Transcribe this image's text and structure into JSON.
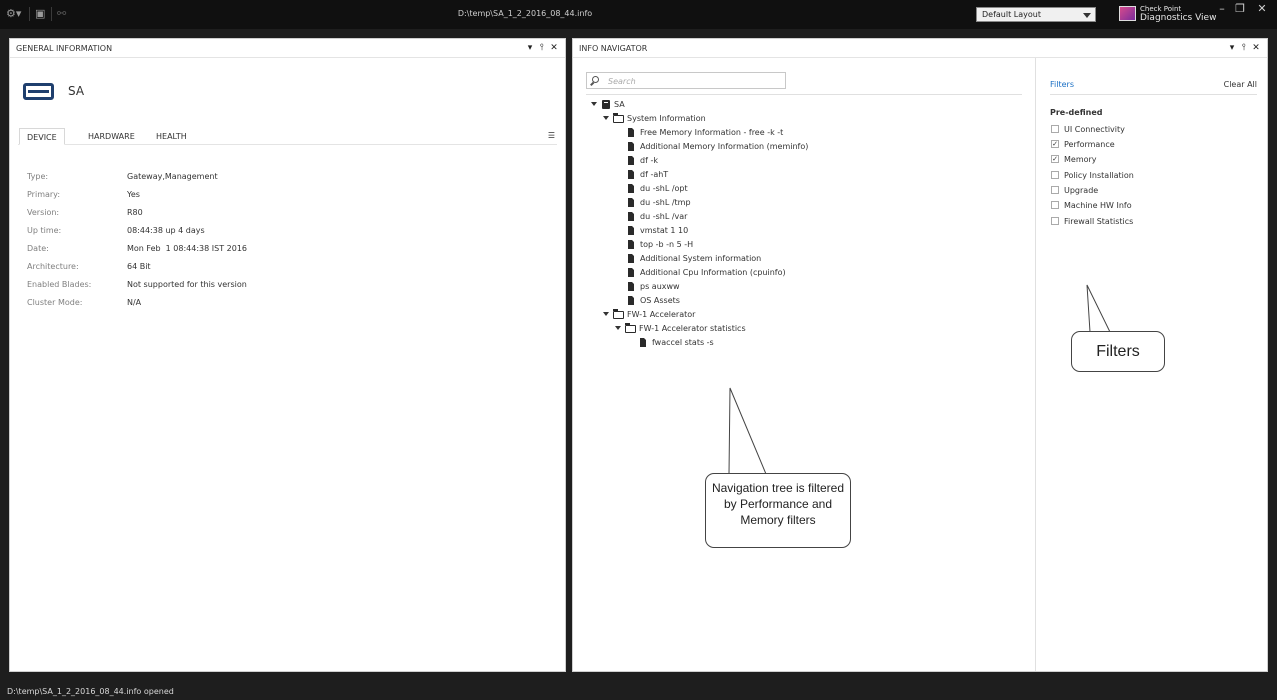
{
  "titlebar": {
    "file_path": "D:\\temp\\SA_1_2_2016_08_44.info",
    "layout_selected": "Default Layout",
    "brand_line1": "Check Point",
    "brand_line2": "Diagnostics View",
    "icons": [
      "settings-icon",
      "save-icon",
      "link-icon",
      "minimize-icon",
      "restore-icon",
      "close-icon"
    ]
  },
  "general_info": {
    "title": "GENERAL INFORMATION",
    "device_name": "SA",
    "tabs": [
      "DEVICE",
      "HARDWARE",
      "HEALTH"
    ],
    "active_tab": "DEVICE",
    "properties": [
      {
        "label": "Type:",
        "value": "Gateway,Management"
      },
      {
        "label": "Primary:",
        "value": "Yes"
      },
      {
        "label": "Version:",
        "value": "R80"
      },
      {
        "label": "Up time:",
        "value": "08:44:38 up 4 days"
      },
      {
        "label": "Date:",
        "value": "Mon Feb  1 08:44:38 IST 2016"
      },
      {
        "label": "Architecture:",
        "value": "64 Bit"
      },
      {
        "label": "Enabled Blades:",
        "value": "Not supported for this version"
      },
      {
        "label": "Cluster Mode:",
        "value": "N/A"
      }
    ]
  },
  "info_navigator": {
    "title": "INFO NAVIGATOR",
    "search_placeholder": "Search",
    "tree": [
      {
        "label": "SA",
        "level": 0,
        "kind": "device",
        "expanded": true
      },
      {
        "label": "System Information",
        "level": 1,
        "kind": "folder",
        "expanded": true
      },
      {
        "label": "Free Memory Information - free -k -t",
        "level": 2,
        "kind": "file"
      },
      {
        "label": "Additional Memory Information (meminfo)",
        "level": 2,
        "kind": "file"
      },
      {
        "label": "df -k",
        "level": 2,
        "kind": "file"
      },
      {
        "label": "df -ahT",
        "level": 2,
        "kind": "file"
      },
      {
        "label": "du -shL /opt",
        "level": 2,
        "kind": "file"
      },
      {
        "label": "du -shL /tmp",
        "level": 2,
        "kind": "file"
      },
      {
        "label": "du -shL /var",
        "level": 2,
        "kind": "file"
      },
      {
        "label": "vmstat 1 10",
        "level": 2,
        "kind": "file"
      },
      {
        "label": "top -b -n 5 -H",
        "level": 2,
        "kind": "file"
      },
      {
        "label": "Additional System information",
        "level": 2,
        "kind": "file"
      },
      {
        "label": "Additional Cpu Information (cpuinfo)",
        "level": 2,
        "kind": "file"
      },
      {
        "label": "ps auxww",
        "level": 2,
        "kind": "file"
      },
      {
        "label": "OS Assets",
        "level": 2,
        "kind": "file"
      },
      {
        "label": "FW-1 Accelerator",
        "level": 1,
        "kind": "folder",
        "expanded": true
      },
      {
        "label": "FW-1 Accelerator statistics",
        "level": 2,
        "kind": "folder",
        "expanded": true
      },
      {
        "label": "fwaccel stats -s",
        "level": 3,
        "kind": "file"
      }
    ]
  },
  "filters": {
    "link_label": "Filters",
    "clear_all_label": "Clear All",
    "predefined_label": "Pre-defined",
    "items": [
      {
        "label": "UI Connectivity",
        "checked": false
      },
      {
        "label": "Performance",
        "checked": true
      },
      {
        "label": "Memory",
        "checked": true
      },
      {
        "label": "Policy Installation",
        "checked": false
      },
      {
        "label": "Upgrade",
        "checked": false
      },
      {
        "label": "Machine HW Info",
        "checked": false
      },
      {
        "label": "Firewall Statistics",
        "checked": false
      }
    ]
  },
  "callouts": {
    "filters": "Filters",
    "navigation": "Navigation tree is filtered by Performance and Memory filters"
  },
  "statusbar": {
    "text": "D:\\temp\\SA_1_2_2016_08_44.info opened"
  }
}
